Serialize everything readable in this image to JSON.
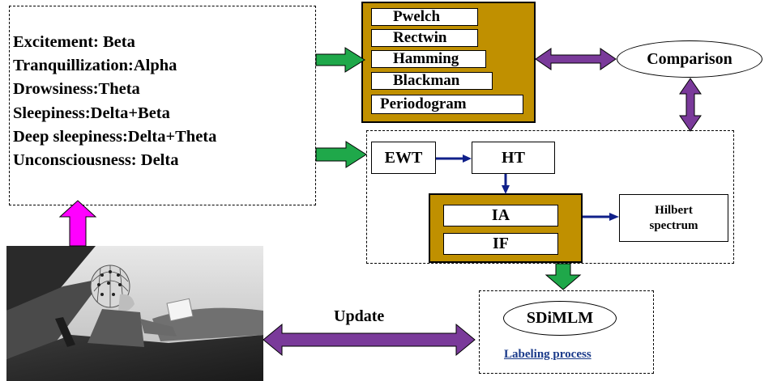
{
  "states": [
    "Excitement: Beta",
    "Tranquillization:Alpha",
    "Drowsiness:Theta",
    "Sleepiness:Delta+Beta",
    "Deep sleepiness:Delta+Theta",
    "Unconsciousness: Delta"
  ],
  "methods": [
    "Pwelch",
    "Rectwin",
    "Hamming",
    "Blackman",
    "Periodogram"
  ],
  "comparison_label": "Comparison",
  "ewt_label": "EWT",
  "ht_label": "HT",
  "ia_label": "IA",
  "if_label": "IF",
  "hilbert_label": "Hilbert spectrum",
  "sdimlm_label": "SDiMLM",
  "labeling_label": "Labeling process",
  "update_label": "Update",
  "colors": {
    "gold": "#c09000",
    "green_arrow": "#1fa84a",
    "purple_arrow": "#7a3a9a",
    "magenta_arrow": "#ff00ff",
    "navy_arrow": "#10208a",
    "link": "#1a3a8a"
  },
  "icons": [
    "driver-eeg-photo"
  ]
}
